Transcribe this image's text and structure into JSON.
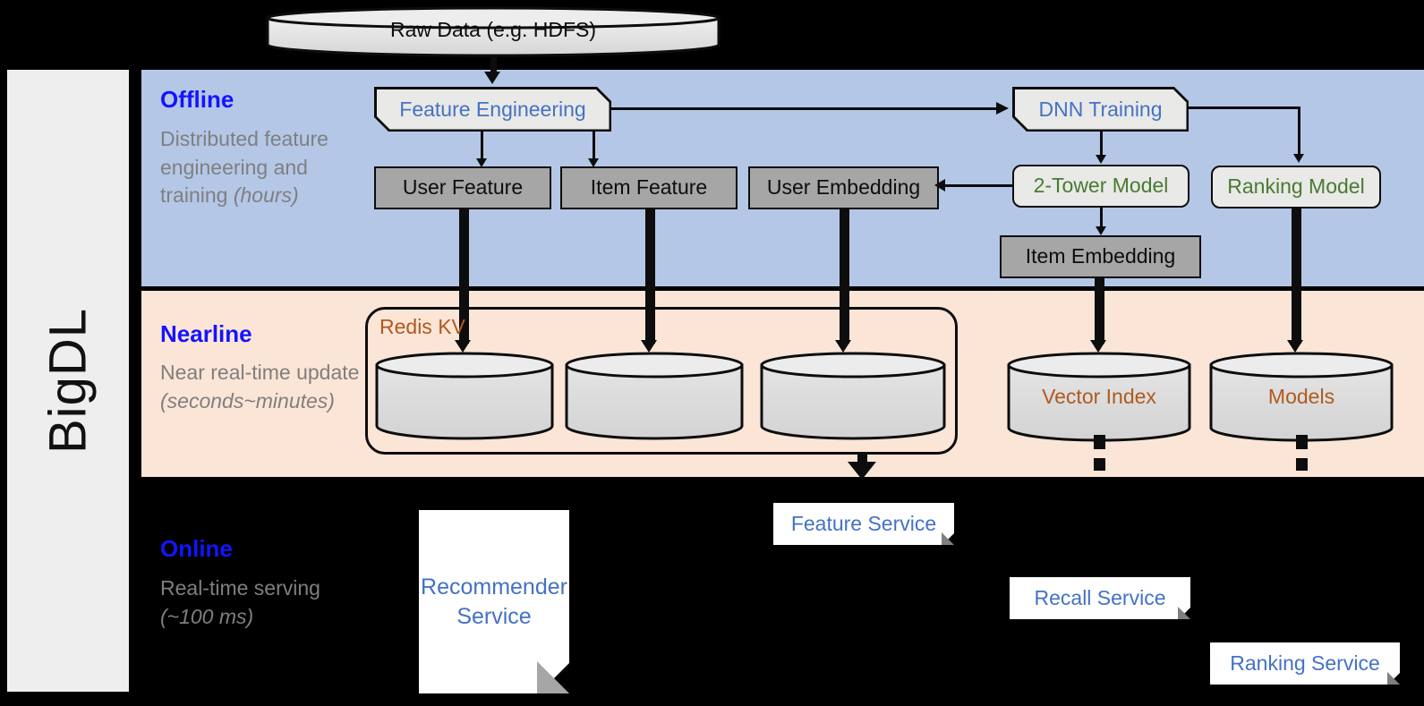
{
  "framework": {
    "name": "BigDL"
  },
  "source": {
    "raw_data_label": "Raw Data (e.g. HDFS)"
  },
  "bands": [
    {
      "id": "offline",
      "title": "Offline",
      "description": "Distributed feature engineering and training ",
      "description_italic": "(hours)",
      "bg_color": "#b4c7e7"
    },
    {
      "id": "nearline",
      "title": "Nearline",
      "description": "Near real-time update ",
      "description_italic": "(seconds~minutes)",
      "bg_color": "#fbe5d6"
    },
    {
      "id": "online",
      "title": "Online",
      "description": "Real-time serving ",
      "description_italic": "(~100 ms)",
      "bg_color": "#000000"
    }
  ],
  "offline": {
    "feature_engineering": "Feature Engineering",
    "dnn_training": "DNN Training",
    "user_feature": "User Feature",
    "item_feature": "Item Feature",
    "user_embedding": "User Embedding",
    "two_tower_model": "2-Tower Model",
    "ranking_model": "Ranking Model",
    "item_embedding": "Item Embedding"
  },
  "nearline": {
    "redis_kv": "Redis KV",
    "store_user_feature": "",
    "store_item_feature": "",
    "store_user_embedding": "",
    "vector_index": "Vector Index",
    "models": "Models"
  },
  "online": {
    "recommender_service": "Recommender Service",
    "feature_service": "Feature Service",
    "recall_service": "Recall Service",
    "ranking_service": "Ranking Service"
  },
  "colors": {
    "band_title": "#1414ff",
    "band_desc": "#7f7f7f",
    "offline_bg": "#b4c7e7",
    "nearline_bg": "#fbe5d6",
    "online_bg": "#000000",
    "process_text": "#4472c4",
    "model_text": "#4a7a32",
    "store_text": "#b05a1e",
    "data_box_fill": "#a6a6a6",
    "rail_bg": "#eeeeee",
    "stroke": "#0d0d0d"
  }
}
